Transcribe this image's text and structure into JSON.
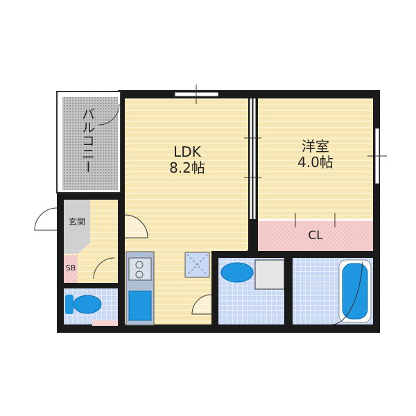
{
  "rooms": {
    "ldk": {
      "name": "LDK",
      "size": "8.2帖"
    },
    "western": {
      "name": "洋室",
      "size": "4.0帖"
    },
    "closet": {
      "name": "CL"
    },
    "balcony": {
      "name": "バルコニー"
    },
    "entrance": {
      "name": "玄関"
    },
    "shoe_box": {
      "name": "SB"
    }
  },
  "colors": {
    "floor": "#f6e7b4",
    "closet": "#f6d2d2",
    "tile": "#c9d9f5",
    "fixture": "#1e96e0",
    "wall": "#1a1a1a",
    "entrance": "#d0d0d0",
    "balcony": "#bdbdbd"
  }
}
